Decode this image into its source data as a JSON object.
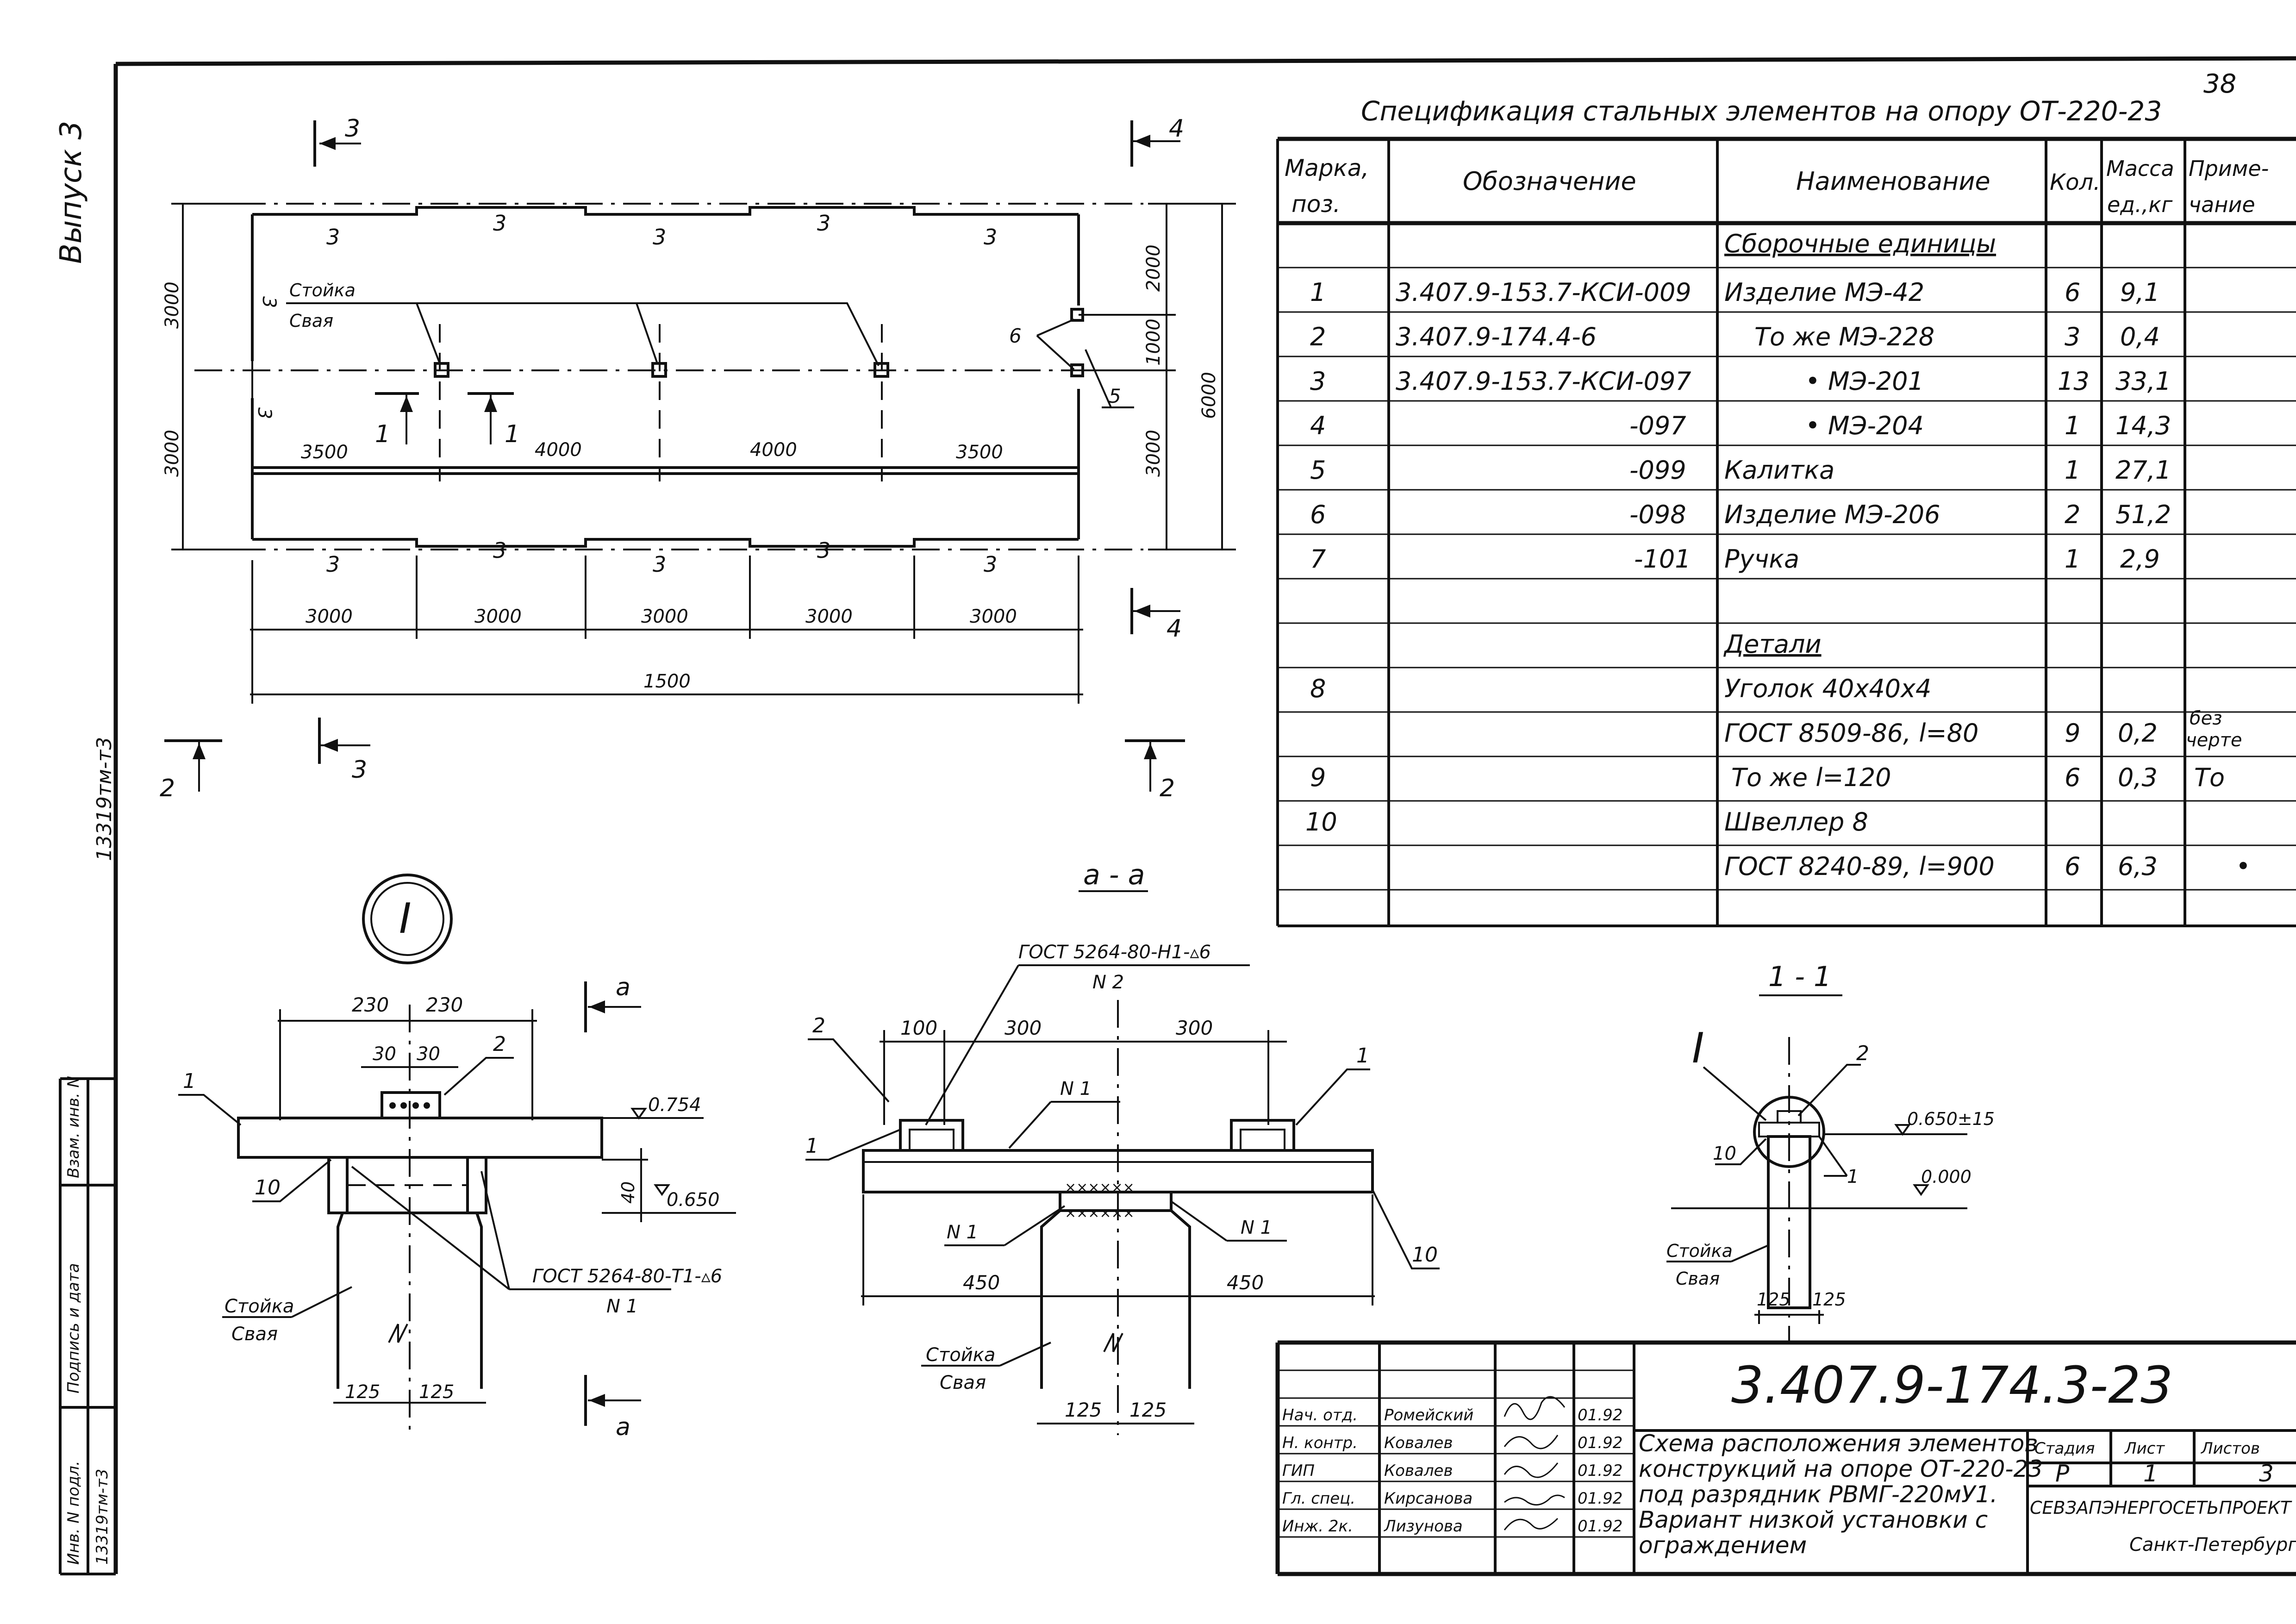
{
  "sheet": {
    "page_number": "38",
    "margin_labels": {
      "issue": "Выпуск 3",
      "code_mid": "13319тм-т3",
      "inv_no_label": "Инв. N подл.",
      "inv_no_value": "13319тм-т3",
      "sign_date_label": "Подпись и дата",
      "inv_vzam_label": "Взам. инв. N"
    }
  },
  "spec": {
    "title": "Спецификация стальных элементов на опору   ОТ-220-23",
    "headers": {
      "mark_1": "Марка,",
      "mark_2": "поз.",
      "designation": "Обозначение",
      "name": "Наименование",
      "qty": "Кол.",
      "mass_1": "Масса",
      "mass_2": "ед.,кг",
      "note_1": "Приме-",
      "note_2": "чание"
    },
    "section_assemblies": "Сборочные единицы",
    "section_details": "Детали",
    "rows": [
      {
        "pos": "1",
        "designation": "3.407.9-153.7-КСИ-009",
        "name": "Изделие МЭ-42",
        "qty": "6",
        "mass": "9,1",
        "note": ""
      },
      {
        "pos": "2",
        "designation": "3.407.9-174.4-6",
        "name": "То же МЭ-228",
        "qty": "3",
        "mass": "0,4",
        "note": ""
      },
      {
        "pos": "3",
        "designation": "3.407.9-153.7-КСИ-097",
        "name": "•   МЭ-201",
        "qty": "13",
        "mass": "33,1",
        "note": ""
      },
      {
        "pos": "4",
        "designation": "-097",
        "name": "•   МЭ-204",
        "qty": "1",
        "mass": "14,3",
        "note": ""
      },
      {
        "pos": "5",
        "designation": "-099",
        "name": "Калитка",
        "qty": "1",
        "mass": "27,1",
        "note": ""
      },
      {
        "pos": "6",
        "designation": "-098",
        "name": "Изделие МЭ-206",
        "qty": "2",
        "mass": "51,2",
        "note": ""
      },
      {
        "pos": "7",
        "designation": "-101",
        "name": "Ручка",
        "qty": "1",
        "mass": "2,9",
        "note": ""
      }
    ],
    "detail_rows": [
      {
        "pos": "8",
        "name": "Уголок 40х40х4",
        "qty": "",
        "mass": "",
        "note": ""
      },
      {
        "pos": "",
        "name": "ГОСТ 8509-86, l=80",
        "qty": "9",
        "mass": "0,2",
        "note_1": "без",
        "note_2": "черте"
      },
      {
        "pos": "9",
        "name": "То же        l=120",
        "qty": "6",
        "mass": "0,3",
        "note": "То"
      },
      {
        "pos": "10",
        "name": "Швеллер 8",
        "qty": "",
        "mass": "",
        "note": ""
      },
      {
        "pos": "",
        "name": "ГОСТ 8240-89, l=900",
        "qty": "6",
        "mass": "6,3",
        "note": "•"
      }
    ]
  },
  "plan": {
    "section_marks": {
      "s3": "3",
      "s4": "4",
      "s2": "2",
      "s1": "1"
    },
    "top_panel_marks": [
      "3",
      "3",
      "3",
      "3",
      "3"
    ],
    "bottom_panel_marks": [
      "3",
      "3",
      "3",
      "3",
      "3"
    ],
    "side_mark": "3",
    "post_label": "Стойка",
    "pile_label": "Свая",
    "row_spacing": [
      "3500",
      "4000",
      "4000",
      "3500"
    ],
    "bottom_dims": [
      "3000",
      "3000",
      "3000",
      "3000",
      "3000"
    ],
    "overall_length": "1500",
    "left_dims": [
      "3000",
      "3000"
    ],
    "right_dims": [
      "2000",
      "1000",
      "3000"
    ],
    "overall_width": "6000",
    "callouts": {
      "six": "6",
      "five": "5"
    }
  },
  "detail_I": {
    "symbol": "I",
    "dims_top": [
      "230",
      "230"
    ],
    "dims_small": [
      "30",
      "30"
    ],
    "dims_bottom": [
      "125",
      "125"
    ],
    "dim_side": "40",
    "level_top": "0.754",
    "level_bot": "0.650",
    "callouts": [
      "1",
      "2",
      "10"
    ],
    "weld_note": "ГОСТ 5264-80-Т1-▵6",
    "weld_sub": "N 1",
    "post_label": "Стойка",
    "pile_label": "Свая",
    "arrow_label": "а"
  },
  "section_aa": {
    "title": "а - а",
    "weld_note": "ГОСТ 5264-80-Н1-▵6",
    "weld_sub": "N 2",
    "dims_top": [
      "100",
      "300",
      "300"
    ],
    "dims_bottom": [
      "450",
      "450"
    ],
    "dims_pile": [
      "125",
      "125"
    ],
    "callouts": [
      "2",
      "1",
      "1",
      "10"
    ],
    "weld_labels": [
      "N 1",
      "N 1",
      "N 1"
    ],
    "post_label": "Стойка",
    "pile_label": "Свая"
  },
  "section_11": {
    "title": "1 - 1",
    "symbol": "I",
    "callouts": [
      "2",
      "10",
      "1"
    ],
    "level_top": "0.650±15",
    "level_zero": "0.000",
    "dims": [
      "125",
      "125"
    ],
    "post_label": "Стойка",
    "pile_label": "Свая"
  },
  "title_block": {
    "code": "3.407.9-174.3-23",
    "staff": [
      {
        "role": "Нач. отд.",
        "name": "Ромейский",
        "date": "01.92"
      },
      {
        "role": "Н. контр.",
        "name": "Ковалев",
        "date": "01.92"
      },
      {
        "role": "ГИП",
        "name": "Ковалев",
        "date": "01.92"
      },
      {
        "role": "Гл. спец.",
        "name": "Кирсанова",
        "date": "01.92"
      },
      {
        "role": "Инж. 2к.",
        "name": "Лизунова",
        "date": "01.92"
      }
    ],
    "description_lines": [
      "Схема расположения элементов",
      "конструкций на опоре ОТ-220-23",
      "под разрядник РВМГ-220мУ1.",
      "Вариант низкой установки с",
      "ограждением"
    ],
    "stage_label": "Стадия",
    "sheet_label": "Лист",
    "sheets_label": "Листов",
    "stage": "Р",
    "sheet": "1",
    "sheets": "3",
    "org": "СЕВЗАПЭНЕРГОСЕТЬПРОЕКТ",
    "city": "Санкт-Петербург"
  }
}
